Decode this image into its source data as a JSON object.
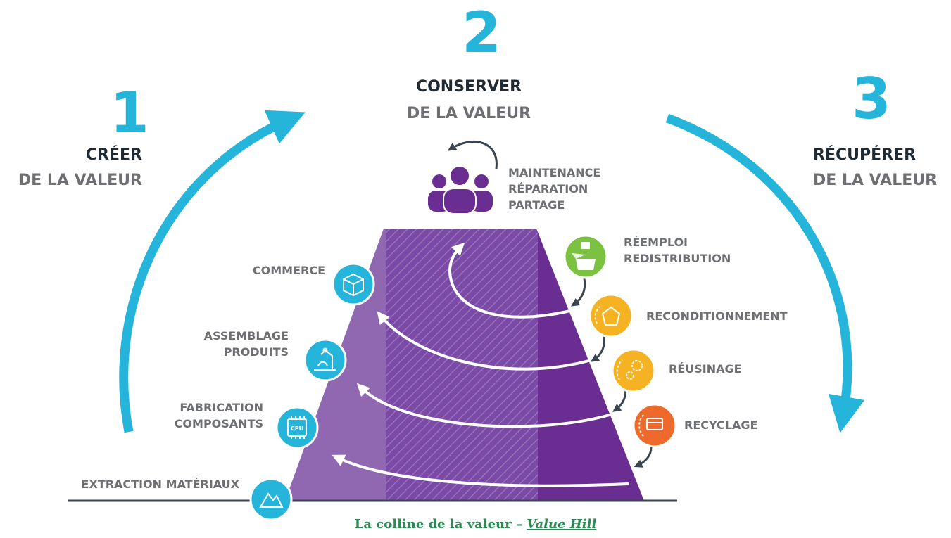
{
  "phases": [
    {
      "number": "1",
      "verb": "CRÉER",
      "rest": "DE LA VALEUR"
    },
    {
      "number": "2",
      "verb": "CONSERVER",
      "rest": "DE LA VALEUR"
    },
    {
      "number": "3",
      "verb": "RÉCUPÉRER",
      "rest": "DE LA VALEUR"
    }
  ],
  "left_steps": {
    "commerce": "COMMERCE",
    "assemblage_1": "ASSEMBLAGE",
    "assemblage_2": "PRODUITS",
    "fabrication_1": "FABRICATION",
    "fabrication_2": "COMPOSANTS",
    "extraction": "EXTRACTION MATÉRIAUX"
  },
  "top_step": {
    "line1": "MAINTENANCE",
    "line2": "RÉPARATION",
    "line3": "PARTAGE"
  },
  "right_steps": {
    "reemploi_1": "RÉEMPLOI",
    "reemploi_2": "REDISTRIBUTION",
    "reconditionnement": "RECONDITIONNEMENT",
    "reusinage": "RÉUSINAGE",
    "recyclage": "RECYCLAGE"
  },
  "icons": {
    "commerce": "box-icon",
    "assemblage": "robot-arm-icon",
    "fabrication": "cpu-chip-icon",
    "extraction": "mountain-icon",
    "users": "users-group-icon",
    "reemploi": "open-box-icon",
    "reconditionnement": "refurbish-icon",
    "reusinage": "gears-icon",
    "recyclage": "recycle-box-icon"
  },
  "cpu_label": "CPU",
  "caption": {
    "text": "La colline de la valeur – ",
    "link": "Value Hill"
  },
  "colors": {
    "cycle_blue": "#25b4da",
    "hill_light": "#8f68b1",
    "hill_mid": "#7a4aa6",
    "hill_dark": "#6a2d91",
    "users_purple": "#6a2d91",
    "reemploi_green": "#7cc242",
    "recond_yellow": "#f5b223",
    "recycle_orange": "#ee6a2c",
    "caption_green": "#2e8a55"
  }
}
